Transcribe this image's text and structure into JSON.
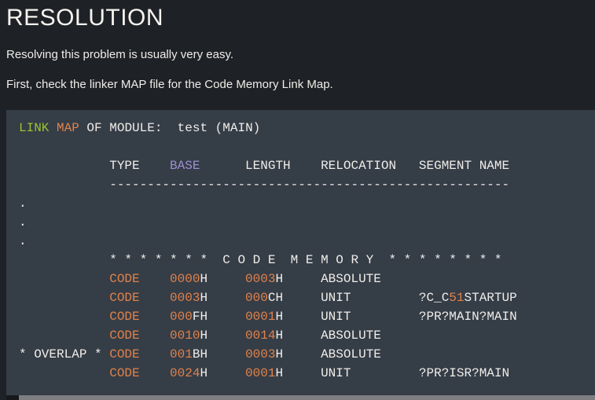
{
  "page": {
    "title": "RESOLUTION",
    "paragraphs": [
      "Resolving this problem is usually very easy.",
      "First, check the linker MAP file for the Code Memory Link Map."
    ]
  },
  "colors": {
    "page_bg": "#1e2126",
    "code_bg": "#353d47",
    "heading_text": "#f6f3ee",
    "body_text": "#efece7",
    "code_text": "#f0ede9",
    "orange": "#e0824a",
    "green": "#9ac42f",
    "purple": "#9c90cf",
    "scrollbar_track": "#17181b",
    "scrollbar_thumb": "#7e7e81"
  },
  "code_block": {
    "description": "Keil BL51 linker Code Memory Link Map listing",
    "token_classes": {
      "p": "plain",
      "o": "orange",
      "g": "green",
      "pu": "purple"
    },
    "lines": [
      [
        {
          "t": "LINK",
          "c": "g"
        },
        {
          "t": " ",
          "c": "p"
        },
        {
          "t": "MAP",
          "c": "o"
        },
        {
          "t": " OF MODULE:  test (MAIN)",
          "c": "p"
        }
      ],
      [],
      [
        {
          "t": "            TYPE    ",
          "c": "p"
        },
        {
          "t": "BASE",
          "c": "pu"
        },
        {
          "t": "      LENGTH    RELOCATION   SEGMENT NAME",
          "c": "p"
        }
      ],
      [
        {
          "t": "            -----------------------------------------------------",
          "c": "p"
        }
      ],
      [
        {
          "t": ".",
          "c": "p"
        }
      ],
      [
        {
          "t": ".",
          "c": "p"
        }
      ],
      [
        {
          "t": ".",
          "c": "p"
        }
      ],
      [
        {
          "t": "            * * * * * * *  C O D E  M E M O R Y  * * * * * * * *",
          "c": "p"
        }
      ],
      [
        {
          "t": "            ",
          "c": "p"
        },
        {
          "t": "CODE",
          "c": "o"
        },
        {
          "t": "    ",
          "c": "p"
        },
        {
          "t": "0000",
          "c": "o"
        },
        {
          "t": "H     ",
          "c": "p"
        },
        {
          "t": "0003",
          "c": "o"
        },
        {
          "t": "H     ABSOLUTE",
          "c": "p"
        }
      ],
      [
        {
          "t": "            ",
          "c": "p"
        },
        {
          "t": "CODE",
          "c": "o"
        },
        {
          "t": "    ",
          "c": "p"
        },
        {
          "t": "0003",
          "c": "o"
        },
        {
          "t": "H     ",
          "c": "p"
        },
        {
          "t": "000",
          "c": "o"
        },
        {
          "t": "CH     UNIT         ?C_C",
          "c": "p"
        },
        {
          "t": "51",
          "c": "o"
        },
        {
          "t": "STARTUP",
          "c": "p"
        }
      ],
      [
        {
          "t": "            ",
          "c": "p"
        },
        {
          "t": "CODE",
          "c": "o"
        },
        {
          "t": "    ",
          "c": "p"
        },
        {
          "t": "000",
          "c": "o"
        },
        {
          "t": "FH     ",
          "c": "p"
        },
        {
          "t": "0001",
          "c": "o"
        },
        {
          "t": "H     UNIT         ?PR?MAIN?MAIN",
          "c": "p"
        }
      ],
      [
        {
          "t": "            ",
          "c": "p"
        },
        {
          "t": "CODE",
          "c": "o"
        },
        {
          "t": "    ",
          "c": "p"
        },
        {
          "t": "0010",
          "c": "o"
        },
        {
          "t": "H     ",
          "c": "p"
        },
        {
          "t": "0014",
          "c": "o"
        },
        {
          "t": "H     ABSOLUTE",
          "c": "p"
        }
      ],
      [
        {
          "t": "* OVERLAP * ",
          "c": "p"
        },
        {
          "t": "CODE",
          "c": "o"
        },
        {
          "t": "    ",
          "c": "p"
        },
        {
          "t": "001",
          "c": "o"
        },
        {
          "t": "BH     ",
          "c": "p"
        },
        {
          "t": "0003",
          "c": "o"
        },
        {
          "t": "H     ABSOLUTE",
          "c": "p"
        }
      ],
      [
        {
          "t": "            ",
          "c": "p"
        },
        {
          "t": "CODE",
          "c": "o"
        },
        {
          "t": "    ",
          "c": "p"
        },
        {
          "t": "0024",
          "c": "o"
        },
        {
          "t": "H     ",
          "c": "p"
        },
        {
          "t": "0001",
          "c": "o"
        },
        {
          "t": "H     UNIT         ?PR?ISR?MAIN",
          "c": "p"
        }
      ]
    ]
  }
}
